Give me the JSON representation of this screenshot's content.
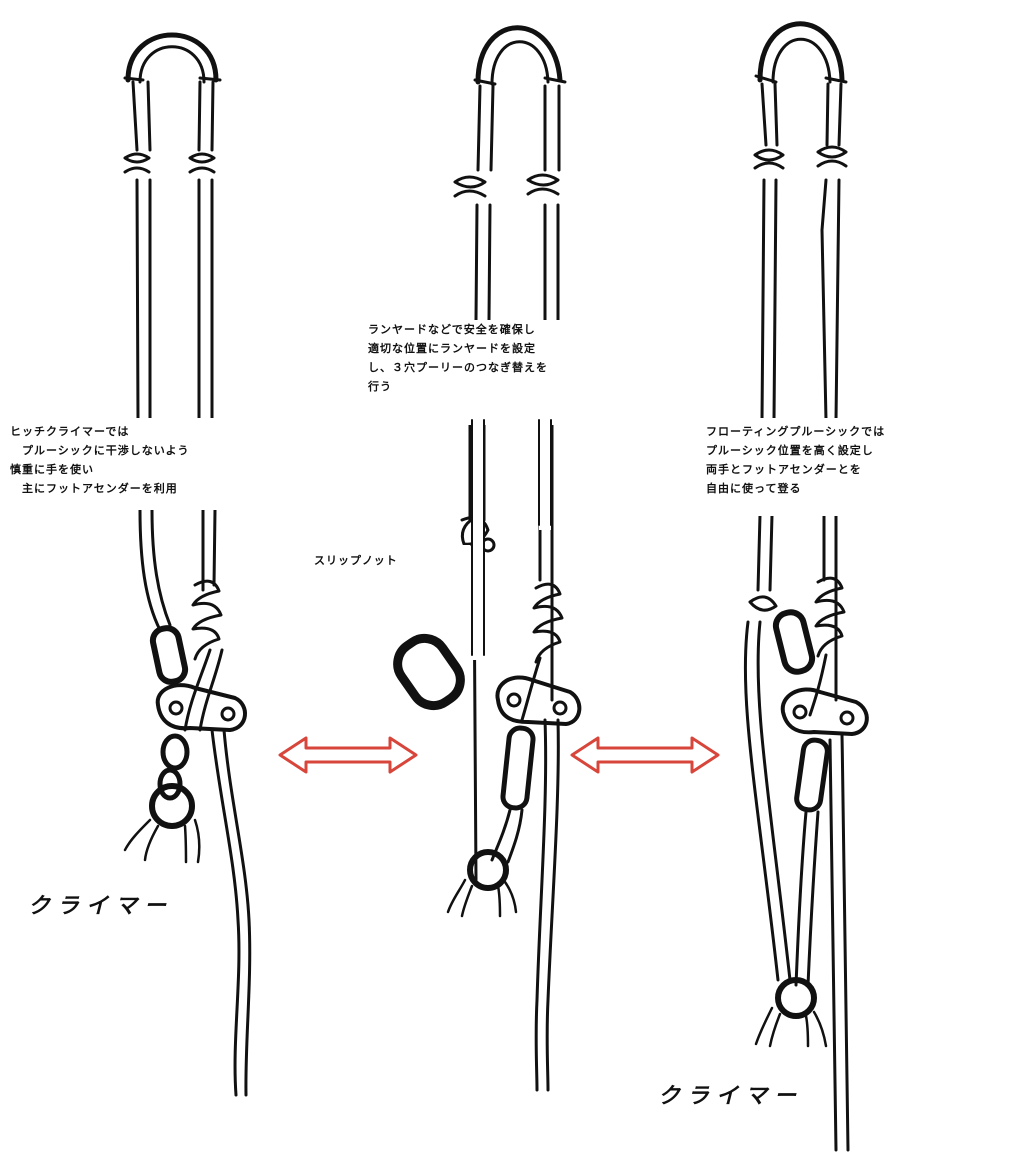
{
  "captions": {
    "left_note": "ヒッチクライマーでは\n　プルーシックに干渉しないよう\n慎重に手を使い\n　主にフットアセンダーを利用",
    "middle_note": "ランヤードなどで安全を確保し\n適切な位置にランヤードを設定\nし、３穴プーリーのつなぎ替えを\n行う",
    "right_note": "フローティングプルーシックでは\nプルーシック位置を高く設定し\n両手とフットアセンダーとを\n自由に使って登る",
    "slip_knot": "スリップノット",
    "climber_left": "クライマー",
    "climber_right": "クライマー"
  },
  "colors": {
    "ink": "#111111",
    "arrow": "#d8453a",
    "background": "#ffffff"
  }
}
